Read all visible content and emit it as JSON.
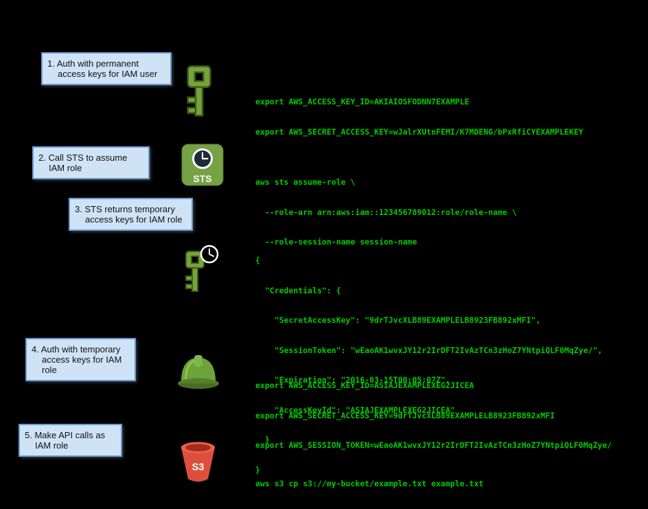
{
  "colors": {
    "background": "#000000",
    "step_box_bg": "#cfe3f7",
    "step_box_border": "#6b9bd2",
    "code_green": "#00cc00",
    "aws_green": "#76a33c",
    "s3_red": "#dd4f3c"
  },
  "icons": {
    "sts_label": "STS",
    "s3_label": "S3"
  },
  "steps": [
    {
      "label": "1. Auth with permanent access keys for IAM user",
      "icon": "permanent-key-icon",
      "code": [
        "export AWS_ACCESS_KEY_ID=AKIAIOSFODNN7EXAMPLE",
        "export AWS_SECRET_ACCESS_KEY=wJalrXUtnFEMI/K7MDENG/bPxRfiCYEXAMPLEKEY"
      ]
    },
    {
      "label": "2. Call STS to assume IAM role",
      "icon": "sts-icon",
      "code": [
        "aws sts assume-role \\",
        "  --role-arn arn:aws:iam::123456789012:role/role-name \\",
        "  --role-session-name session-name"
      ]
    },
    {
      "label": "3. STS returns temporary access keys for IAM role",
      "icon": "temporary-key-icon",
      "code": [
        "{",
        "  \"Credentials\": {",
        "    \"SecretAccessKey\": \"9drTJvcXLB89EXAMPLELB8923FB892xMFI\",",
        "    \"SessionToken\": \"wEaoAK1wvxJY12r2IrDFT2IvAzTCn3zHoZ7YNtpiQLF0MqZye/\",",
        "    \"Expiration\": \"2016-03-15T00:05:07Z\",",
        "    \"AccessKeyId\": \"ASIAJEXAMPLEXEG2JICEA\"",
        "  }",
        "}"
      ]
    },
    {
      "label": "4. Auth with temporary access keys for IAM role",
      "icon": "hard-hat-icon",
      "code": [
        "export AWS_ACCESS_KEY_ID=ASIAJEXAMPLEXEG2JICEA",
        "export AWS_SECRET_ACCESS_KEY=9drTJvcXLB89EXAMPLELB8923FB892xMFI",
        "export AWS_SESSION_TOKEN=wEaoAK1wvxJY12r2IrDFT2IvAzTCn3zHoZ7YNtpiQLF0MqZye/"
      ]
    },
    {
      "label": "5. Make API calls as IAM role",
      "icon": "s3-bucket-icon",
      "code": [
        "aws s3 cp s3://my-bucket/example.txt example.txt"
      ]
    }
  ]
}
